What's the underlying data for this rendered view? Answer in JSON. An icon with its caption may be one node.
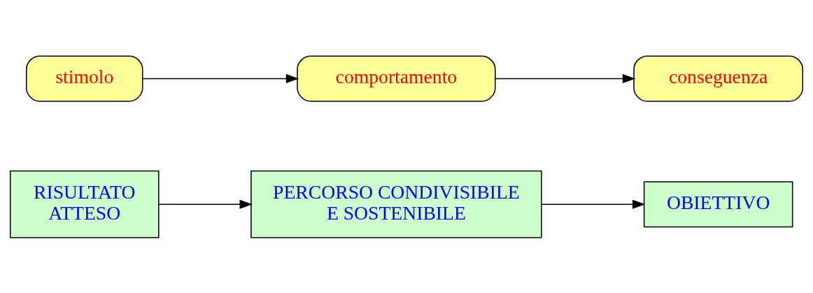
{
  "diagram": {
    "nodes": [
      {
        "text": [
          "RISULTATO ATTESO"
        ]
      },
      {
        "text": [
          "PERCORSO CONDIVISIBILE E SOSTENIBILE"
        ]
      },
      {
        "text": [
          "OBIETTIVO"
        ]
      },
      {
        "text": [
          "stimolo"
        ]
      },
      {
        "text": [
          "comportamento"
        ]
      },
      {
        "text": [
          "conseguenza"
        ]
      }
    ],
    "edges": [
      {
        "from": 0,
        "to": 1,
        "arrow": "to"
      },
      {
        "from": 1,
        "to": 2,
        "arrow": "to"
      },
      {
        "from": 3,
        "to": 4,
        "arrow": "to"
      },
      {
        "from": 4,
        "to": 5,
        "arrow": "to"
      }
    ]
  }
}
